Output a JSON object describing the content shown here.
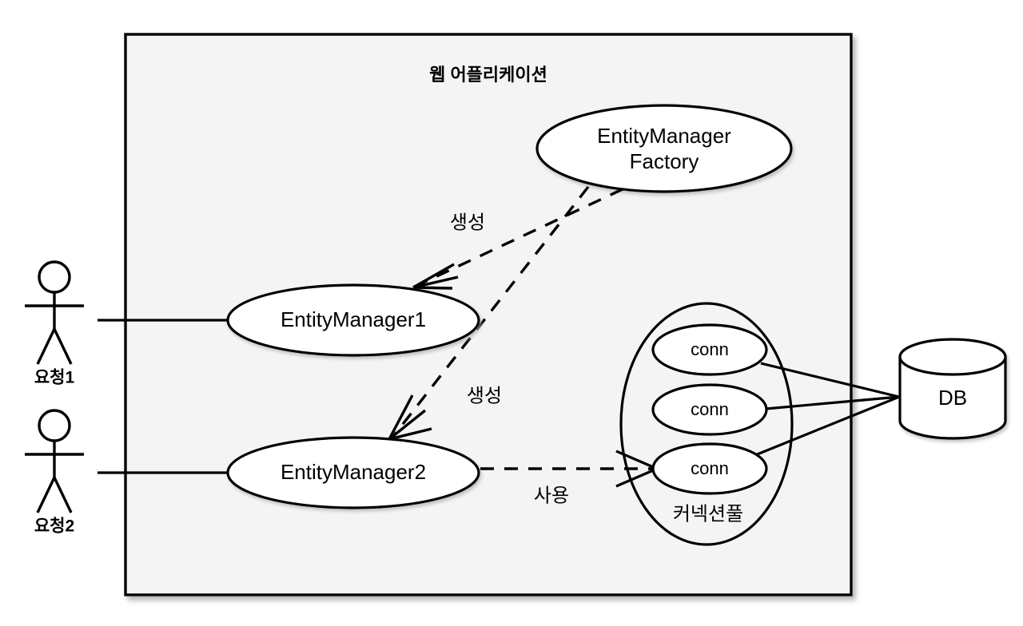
{
  "diagram": {
    "title": "웹 어플리케이션",
    "container_fill": "#f4f4f4",
    "stroke_color": "#000000",
    "background": "#ffffff"
  },
  "actors": [
    {
      "id": "actor-1",
      "caption": "요청1"
    },
    {
      "id": "actor-2",
      "caption": "요청2"
    }
  ],
  "nodes": {
    "factory": {
      "line1": "EntityManager",
      "line2": "Factory"
    },
    "entity_manager_1": {
      "label": "EntityManager1"
    },
    "entity_manager_2": {
      "label": "EntityManager2"
    },
    "connection_pool": {
      "label": "커넥션풀"
    },
    "conn_1": {
      "label": "conn"
    },
    "conn_2": {
      "label": "conn"
    },
    "conn_3": {
      "label": "conn"
    },
    "database": {
      "label": "DB"
    }
  },
  "edges": {
    "create_1": {
      "label": "생성",
      "style": "dashed",
      "arrow": "open"
    },
    "create_2": {
      "label": "생성",
      "style": "dashed",
      "arrow": "open"
    },
    "use_1": {
      "label": "사용",
      "style": "dashed",
      "arrow": "open"
    }
  }
}
